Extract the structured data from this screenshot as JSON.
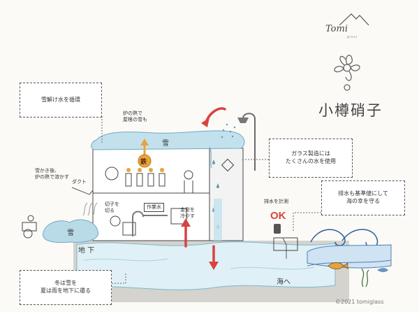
{
  "logo": {
    "text": "Tomi",
    "sub": "glass"
  },
  "brand": {
    "name": "小樽硝子"
  },
  "boxes": {
    "snowmelt_title": "雪解け水を循環",
    "glass_water": "ガラス製造には\nたくさんの水を使用",
    "discharge": "排水も基準値にして\n海の幸を守る",
    "ground": "冬は雪を\n夏は雨を地下に還る"
  },
  "labels": {
    "furnace_heat_roof": "炉の熱で\n屋根の雪も",
    "snow_roof": "雪",
    "snow_shovel": "雪かき後、\n炉の熱で溶かす",
    "duct": "ダクト",
    "cut_glass": "切子を\n切る",
    "workroom_water": "作業水",
    "mold_cool": "金型を\n冷やす",
    "measure": "排水を計測",
    "ok": "OK",
    "snow_pile": "雪",
    "underground": "地\n下",
    "to_sea": "海へ",
    "iron": "鉄"
  },
  "copyright": "©2021 tomiglass",
  "colors": {
    "water": "#b9dbe8",
    "water_dark": "#7fb6cc",
    "arrow_red": "#d9433f",
    "orange": "#e8a33a",
    "wall": "#ffffff",
    "ground": "#9a9a92"
  }
}
